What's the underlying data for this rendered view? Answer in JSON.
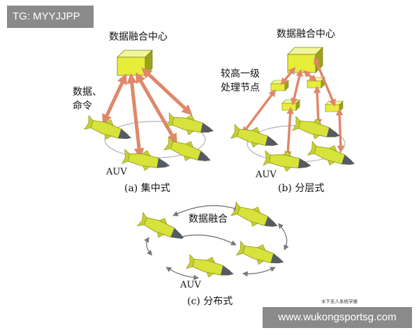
{
  "watermark": {
    "tag": "TG: MYYJJPP",
    "url": "www.wukongsportsg.com",
    "credit": "水下无人系统学报"
  },
  "labels": {
    "fusion_center": "数据融合中心",
    "data_command": [
      "数据、",
      "命令"
    ],
    "mid_node": [
      "较高一级",
      "处理节点"
    ],
    "data_fusion": "数据融合",
    "auv": "AUV"
  },
  "captions": {
    "a": "(a) 集中式",
    "b": "(b) 分层式",
    "c": "(c) 分布式"
  },
  "colors": {
    "box_face": "#e6ee3a",
    "box_side": "#9aa31c",
    "arrow": "#e0876a",
    "fish_body": "#d7e23a",
    "fish_head": "#555a66",
    "orbit": "#bdbdbd",
    "gray_arrow": "#777777"
  }
}
